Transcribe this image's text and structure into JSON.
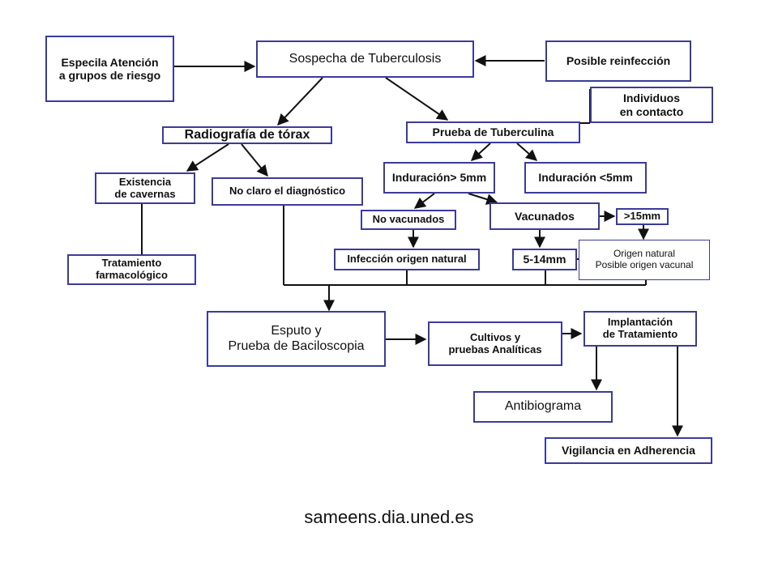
{
  "nodes": {
    "especial": "Especila Atención\na grupos de riesgo",
    "sospecha": "Sospecha de Tuberculosis",
    "reinfeccion": "Posible reinfección",
    "individuos": "Individuos\nen contacto",
    "radiografia": "Radiografía de tórax",
    "tuberculina": "Prueba de Tuberculina",
    "cavernas": "Existencia\nde cavernas",
    "no_claro": "No claro el diagnóstico",
    "induracion_mayor": "Induración> 5mm",
    "induracion_menor": "Induración <5mm",
    "tratamiento_farm": "Tratamiento\nfarmacológico",
    "no_vacunados": "No vacunados",
    "vacunados": "Vacunados",
    "mayor_15": ">15mm",
    "infeccion_natural": "Infección origen natural",
    "rango_5_14": "5-14mm",
    "origen": "Origen natural\nPosible origen vacunal",
    "esputo": "Esputo y\nPrueba de Baciloscopia",
    "cultivos": "Cultivos y\npruebas Analíticas",
    "implantacion": "Implantación\nde Tratamiento",
    "antibiograma": "Antibiograma",
    "vigilancia": "Vigilancia en Adherencia"
  },
  "footer": "sameens.dia.uned.es",
  "colors": {
    "box_border": "#3b3b9a",
    "connector": "#111111"
  }
}
